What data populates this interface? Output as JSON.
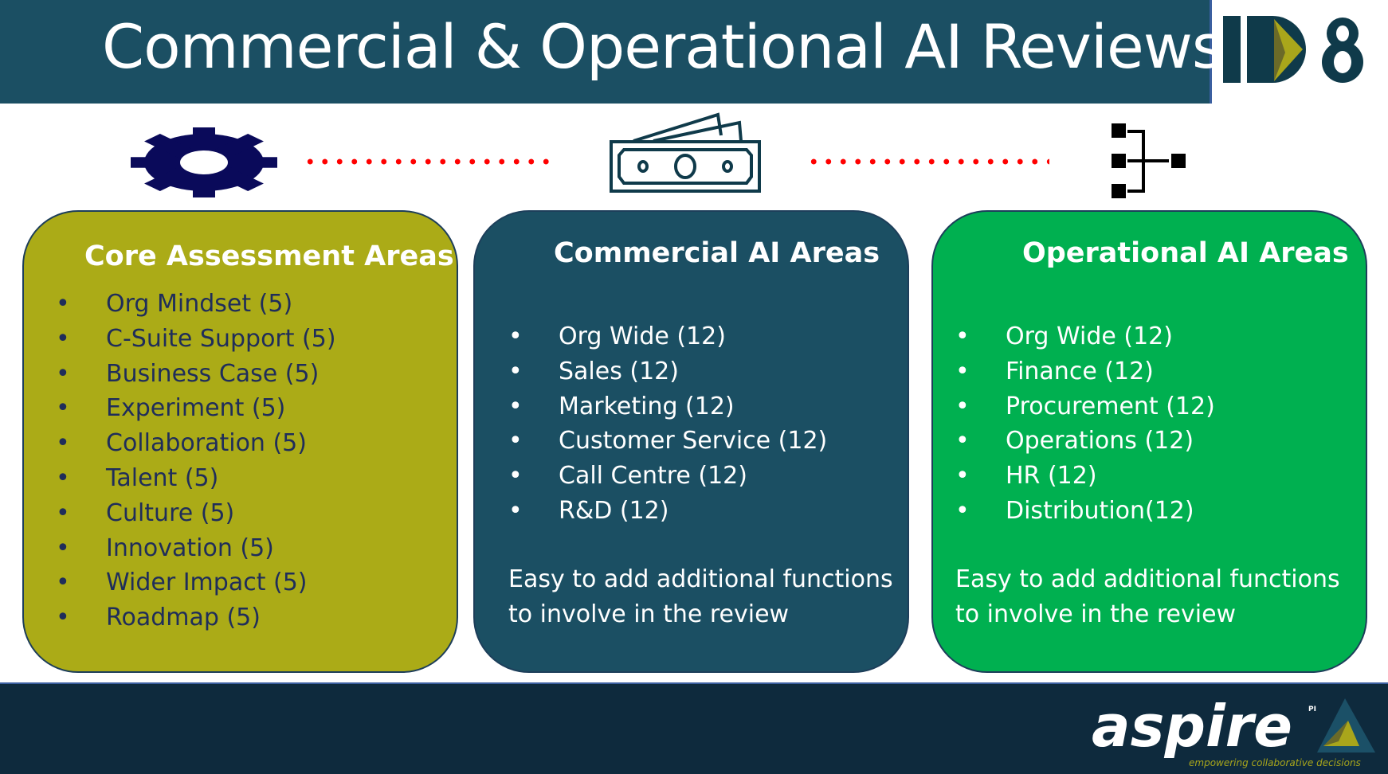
{
  "header": {
    "title": "Commercial & Operational AI Reviews",
    "logo_text": "ID8"
  },
  "icons": [
    "gear-icon",
    "money-icon",
    "hierarchy-icon"
  ],
  "columns": [
    {
      "title": "Core Assessment Areas",
      "color": "#abab17",
      "items": [
        "Org Mindset (5)",
        "C-Suite Support (5)",
        "Business Case (5)",
        "Experiment (5)",
        "Collaboration (5)",
        "Talent (5)",
        "Culture (5)",
        "Innovation (5)",
        "Wider Impact (5)",
        "Roadmap (5)"
      ]
    },
    {
      "title": "Commercial AI Areas",
      "color": "#1b4f63",
      "items": [
        "Org Wide (12)",
        "Sales (12)",
        "Marketing (12)",
        "Customer Service (12)",
        "Call Centre (12)",
        "R&D (12)"
      ],
      "note": "Easy to add additional functions to involve in the review"
    },
    {
      "title": "Operational AI Areas",
      "color": "#00b050",
      "items": [
        "Org Wide (12)",
        "Finance (12)",
        "Procurement (12)",
        "Operations (12)",
        "HR (12)",
        " Distribution(12)"
      ],
      "note": "Easy to add additional functions to involve in the review"
    }
  ],
  "footer": {
    "logo_text": "aspire",
    "logo_superscript": "PI",
    "tagline": "empowering collaborative decisions"
  },
  "bullet": "•"
}
